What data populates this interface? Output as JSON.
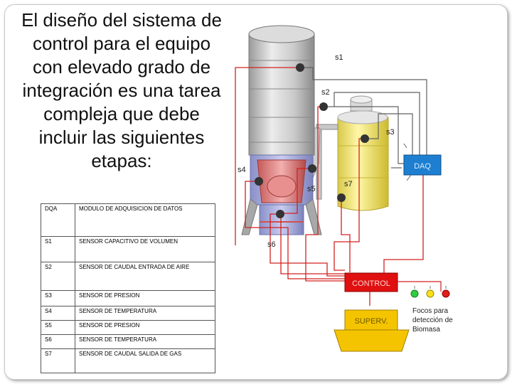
{
  "title": "El diseño del sistema de control para el equipo con elevado grado de integración es una tarea compleja que debe incluir las siguientes etapas:",
  "table": [
    {
      "code": "DQA",
      "desc": "MODULO DE ADQUISICION DE DATOS"
    },
    {
      "code": "S1",
      "desc": "SENSOR CAPACITIVO DE VOLUMEN"
    },
    {
      "code": "S2",
      "desc": "SENSOR DE CAUDAL ENTRADA DE AIRE"
    },
    {
      "code": "S3",
      "desc": "SENSOR DE PRESION"
    },
    {
      "code": "S4",
      "desc": "SENSOR DE TEMPERATURA"
    },
    {
      "code": "S5",
      "desc": "SENSOR DE PRESION"
    },
    {
      "code": "S6",
      "desc": "SENSOR DE TEMPERATURA"
    },
    {
      "code": "S7",
      "desc": "SENSOR DE CAUDAL SALIDA DE GAS"
    }
  ],
  "diagram": {
    "sensors": {
      "s1": "s1",
      "s2": "s2",
      "s3": "s3",
      "s4": "s4",
      "s5": "s5",
      "s6": "s6",
      "s7": "s7"
    },
    "daq_label": "DAQ",
    "control_label": "CONTROL",
    "superv_label": "SUPERV.",
    "lights_label_1": "Focos para",
    "lights_label_2": "detección de",
    "lights_label_3": "Biomasa",
    "colors": {
      "daq": "#1e7fd0",
      "control": "#e01010",
      "superv": "#f5c400",
      "wire_red": "#d42020",
      "wire_gray": "#606060",
      "light_green": "#2ecc40",
      "light_yellow": "#f7e21a",
      "light_red": "#e21b1b"
    }
  }
}
